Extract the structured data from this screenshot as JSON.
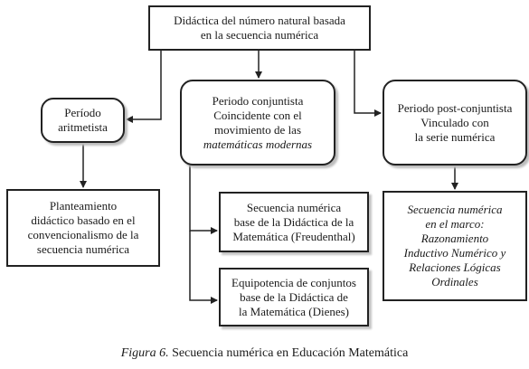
{
  "boxes": {
    "top": [
      "Didáctica del número natural basada",
      "en la secuencia numérica"
    ],
    "aritmetista": [
      "Período",
      "aritmetista"
    ],
    "conjuntista": [
      "Periodo conjuntista",
      "Coincidente con el",
      "movimiento de las",
      "matemáticas modernas"
    ],
    "post_conjuntista": [
      "Periodo post-conjuntista",
      "Vinculado con",
      "la serie numérica"
    ],
    "planteamiento": [
      "Planteamiento",
      "didáctico basado en el",
      "convencionalismo de la",
      "secuencia numérica"
    ],
    "freudenthal": [
      "Secuencia numérica",
      "base de la Didáctica de la",
      "Matemática (Freudenthal)"
    ],
    "dienes": [
      "Equipotencia de conjuntos",
      "base de la Didáctica de",
      "la Matemática (Dienes)"
    ],
    "marco": [
      "Secuencia numérica",
      "en el marco:",
      "Razonamiento",
      "Inductivo Numérico y",
      "Relaciones Lógicas",
      "Ordinales"
    ]
  },
  "caption": {
    "figure_label": "Figura 6.",
    "text": " Secuencia numérica en Educación Matemática"
  }
}
